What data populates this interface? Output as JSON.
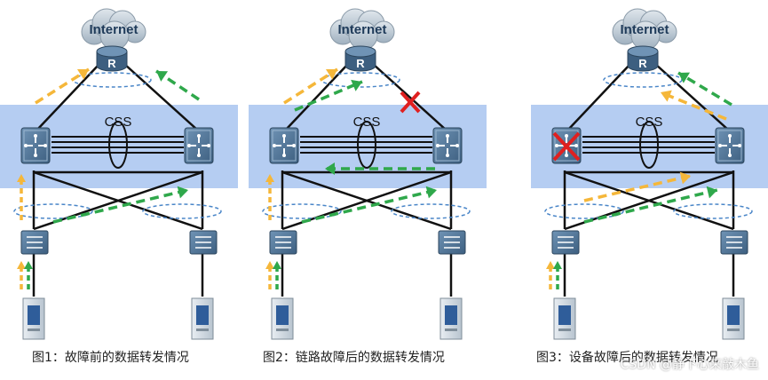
{
  "labels": {
    "cloud": "Internet",
    "router": "R",
    "cluster": "CSS"
  },
  "captions": [
    "图1：故障前的数据转发情况",
    "图2：链路故障后的数据转发情况",
    "图3：设备故障后的数据转发情况"
  ],
  "watermark": "CSDN @静下心来敲木鱼",
  "colors": {
    "band": "#a8c4f0",
    "device": "#4f7396",
    "primary_flow": "#f5b73a",
    "backup_flow": "#2fa84b",
    "failure_mark": "#e02020",
    "ellipse": "#4a86c8"
  },
  "panels": [
    {
      "id": "before-failure",
      "failure": "none"
    },
    {
      "id": "link-failure",
      "failure": "link"
    },
    {
      "id": "device-failure",
      "failure": "device"
    }
  ]
}
